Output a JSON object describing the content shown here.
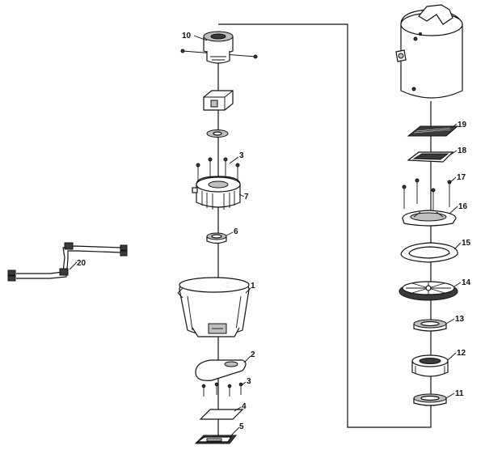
{
  "parts": [
    {
      "id": "part-1",
      "label": "1"
    },
    {
      "id": "part-2",
      "label": "2"
    },
    {
      "id": "part-3a",
      "label": "3"
    },
    {
      "id": "part-3b",
      "label": "3"
    },
    {
      "id": "part-4",
      "label": "4"
    },
    {
      "id": "part-5",
      "label": "5"
    },
    {
      "id": "part-6",
      "label": "6"
    },
    {
      "id": "part-7",
      "label": "7"
    },
    {
      "id": "part-10",
      "label": "10"
    },
    {
      "id": "part-11",
      "label": "11"
    },
    {
      "id": "part-12",
      "label": "12"
    },
    {
      "id": "part-13",
      "label": "13"
    },
    {
      "id": "part-14",
      "label": "14"
    },
    {
      "id": "part-15",
      "label": "15"
    },
    {
      "id": "part-16",
      "label": "16"
    },
    {
      "id": "part-17",
      "label": "17"
    },
    {
      "id": "part-18",
      "label": "18"
    },
    {
      "id": "part-19",
      "label": "19"
    },
    {
      "id": "part-20",
      "label": "20"
    }
  ]
}
